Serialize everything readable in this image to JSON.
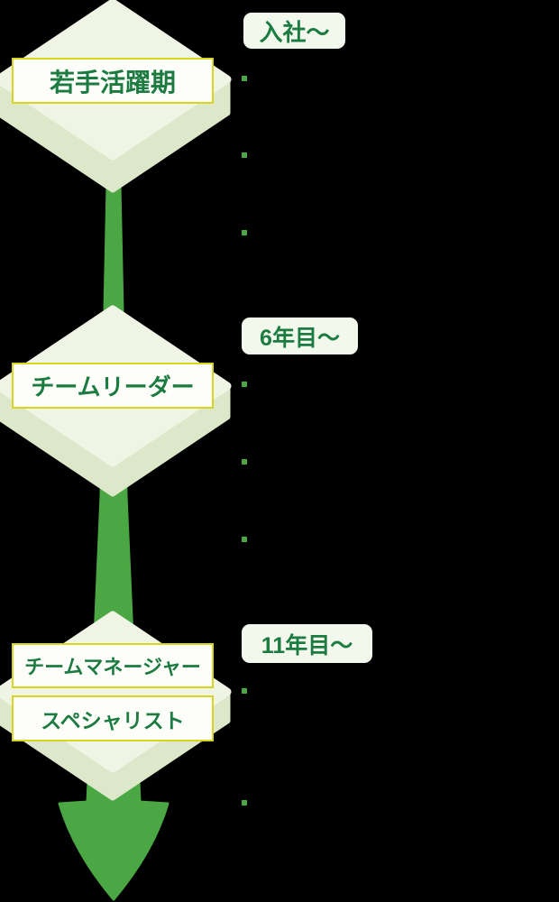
{
  "diagram": {
    "type": "career-path-flow",
    "orientation": "vertical",
    "colors": {
      "background": "#000000",
      "diamond_top_face": "#eff4e4",
      "diamond_side_face": "#dce8c9",
      "arrow_green": "#4aa743",
      "bullet_green": "#4aa743",
      "text_green": "#1b7b40",
      "badge_background": "#f3f8ec",
      "label_box_background": "#fdfdf9",
      "label_box_border": "#d9d41f"
    },
    "stages": [
      {
        "badge": "入社〜",
        "titles": [
          "若手活躍期"
        ],
        "bullet_count": 3
      },
      {
        "badge": "6年目〜",
        "titles": [
          "チームリーダー"
        ],
        "bullet_count": 3
      },
      {
        "badge": "11年目〜",
        "titles": [
          "チームマネージャー",
          "スペシャリスト"
        ],
        "bullet_count": 2
      }
    ]
  }
}
